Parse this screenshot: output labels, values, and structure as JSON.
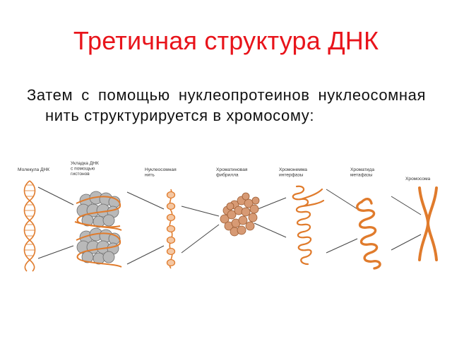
{
  "title": "Третичная структура ДНК",
  "body_text": "Затем с помощью нуклеопротеинов нуклеосомная нить структурируется в хромосому:",
  "diagram": {
    "stage_labels": [
      [
        "Молекула ДНК"
      ],
      [
        "Укладка ДНК",
        "с помощью",
        "гистонов"
      ],
      [
        "Нуклеосомная",
        "нить"
      ],
      [
        "Хроматиновая",
        "фибрилла"
      ],
      [
        "Хромонемма",
        "интерфазы"
      ],
      [
        "Хроматида",
        "метафазы"
      ],
      [
        "Хромосома"
      ]
    ],
    "colors": {
      "strand": "#e07b2c",
      "histone_fill": "#b9b9b9",
      "histone_stroke": "#6b6b6b",
      "connector": "#444444",
      "title": "#e8141b"
    }
  }
}
